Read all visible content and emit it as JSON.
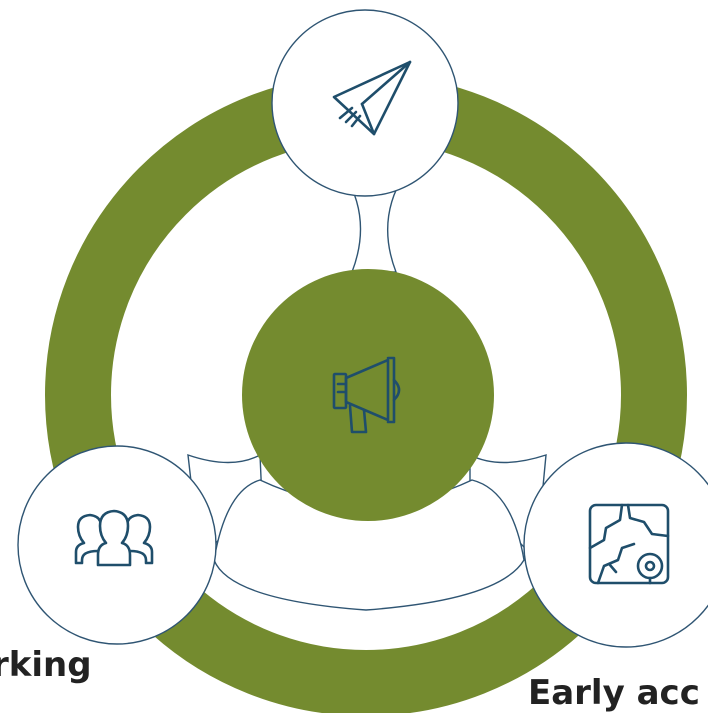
{
  "colors": {
    "ring": "#748b2f",
    "outline": "#2f5573",
    "icon": "#1f4e6b",
    "node_fill": "#ffffff"
  },
  "nodes": [
    {
      "id": "top",
      "icon": "paper-plane-icon"
    },
    {
      "id": "center",
      "icon": "megaphone-icon"
    },
    {
      "id": "left",
      "icon": "people-group-icon"
    },
    {
      "id": "right",
      "icon": "map-location-icon"
    }
  ],
  "labels": {
    "left": "rking",
    "right": "Early acc"
  }
}
